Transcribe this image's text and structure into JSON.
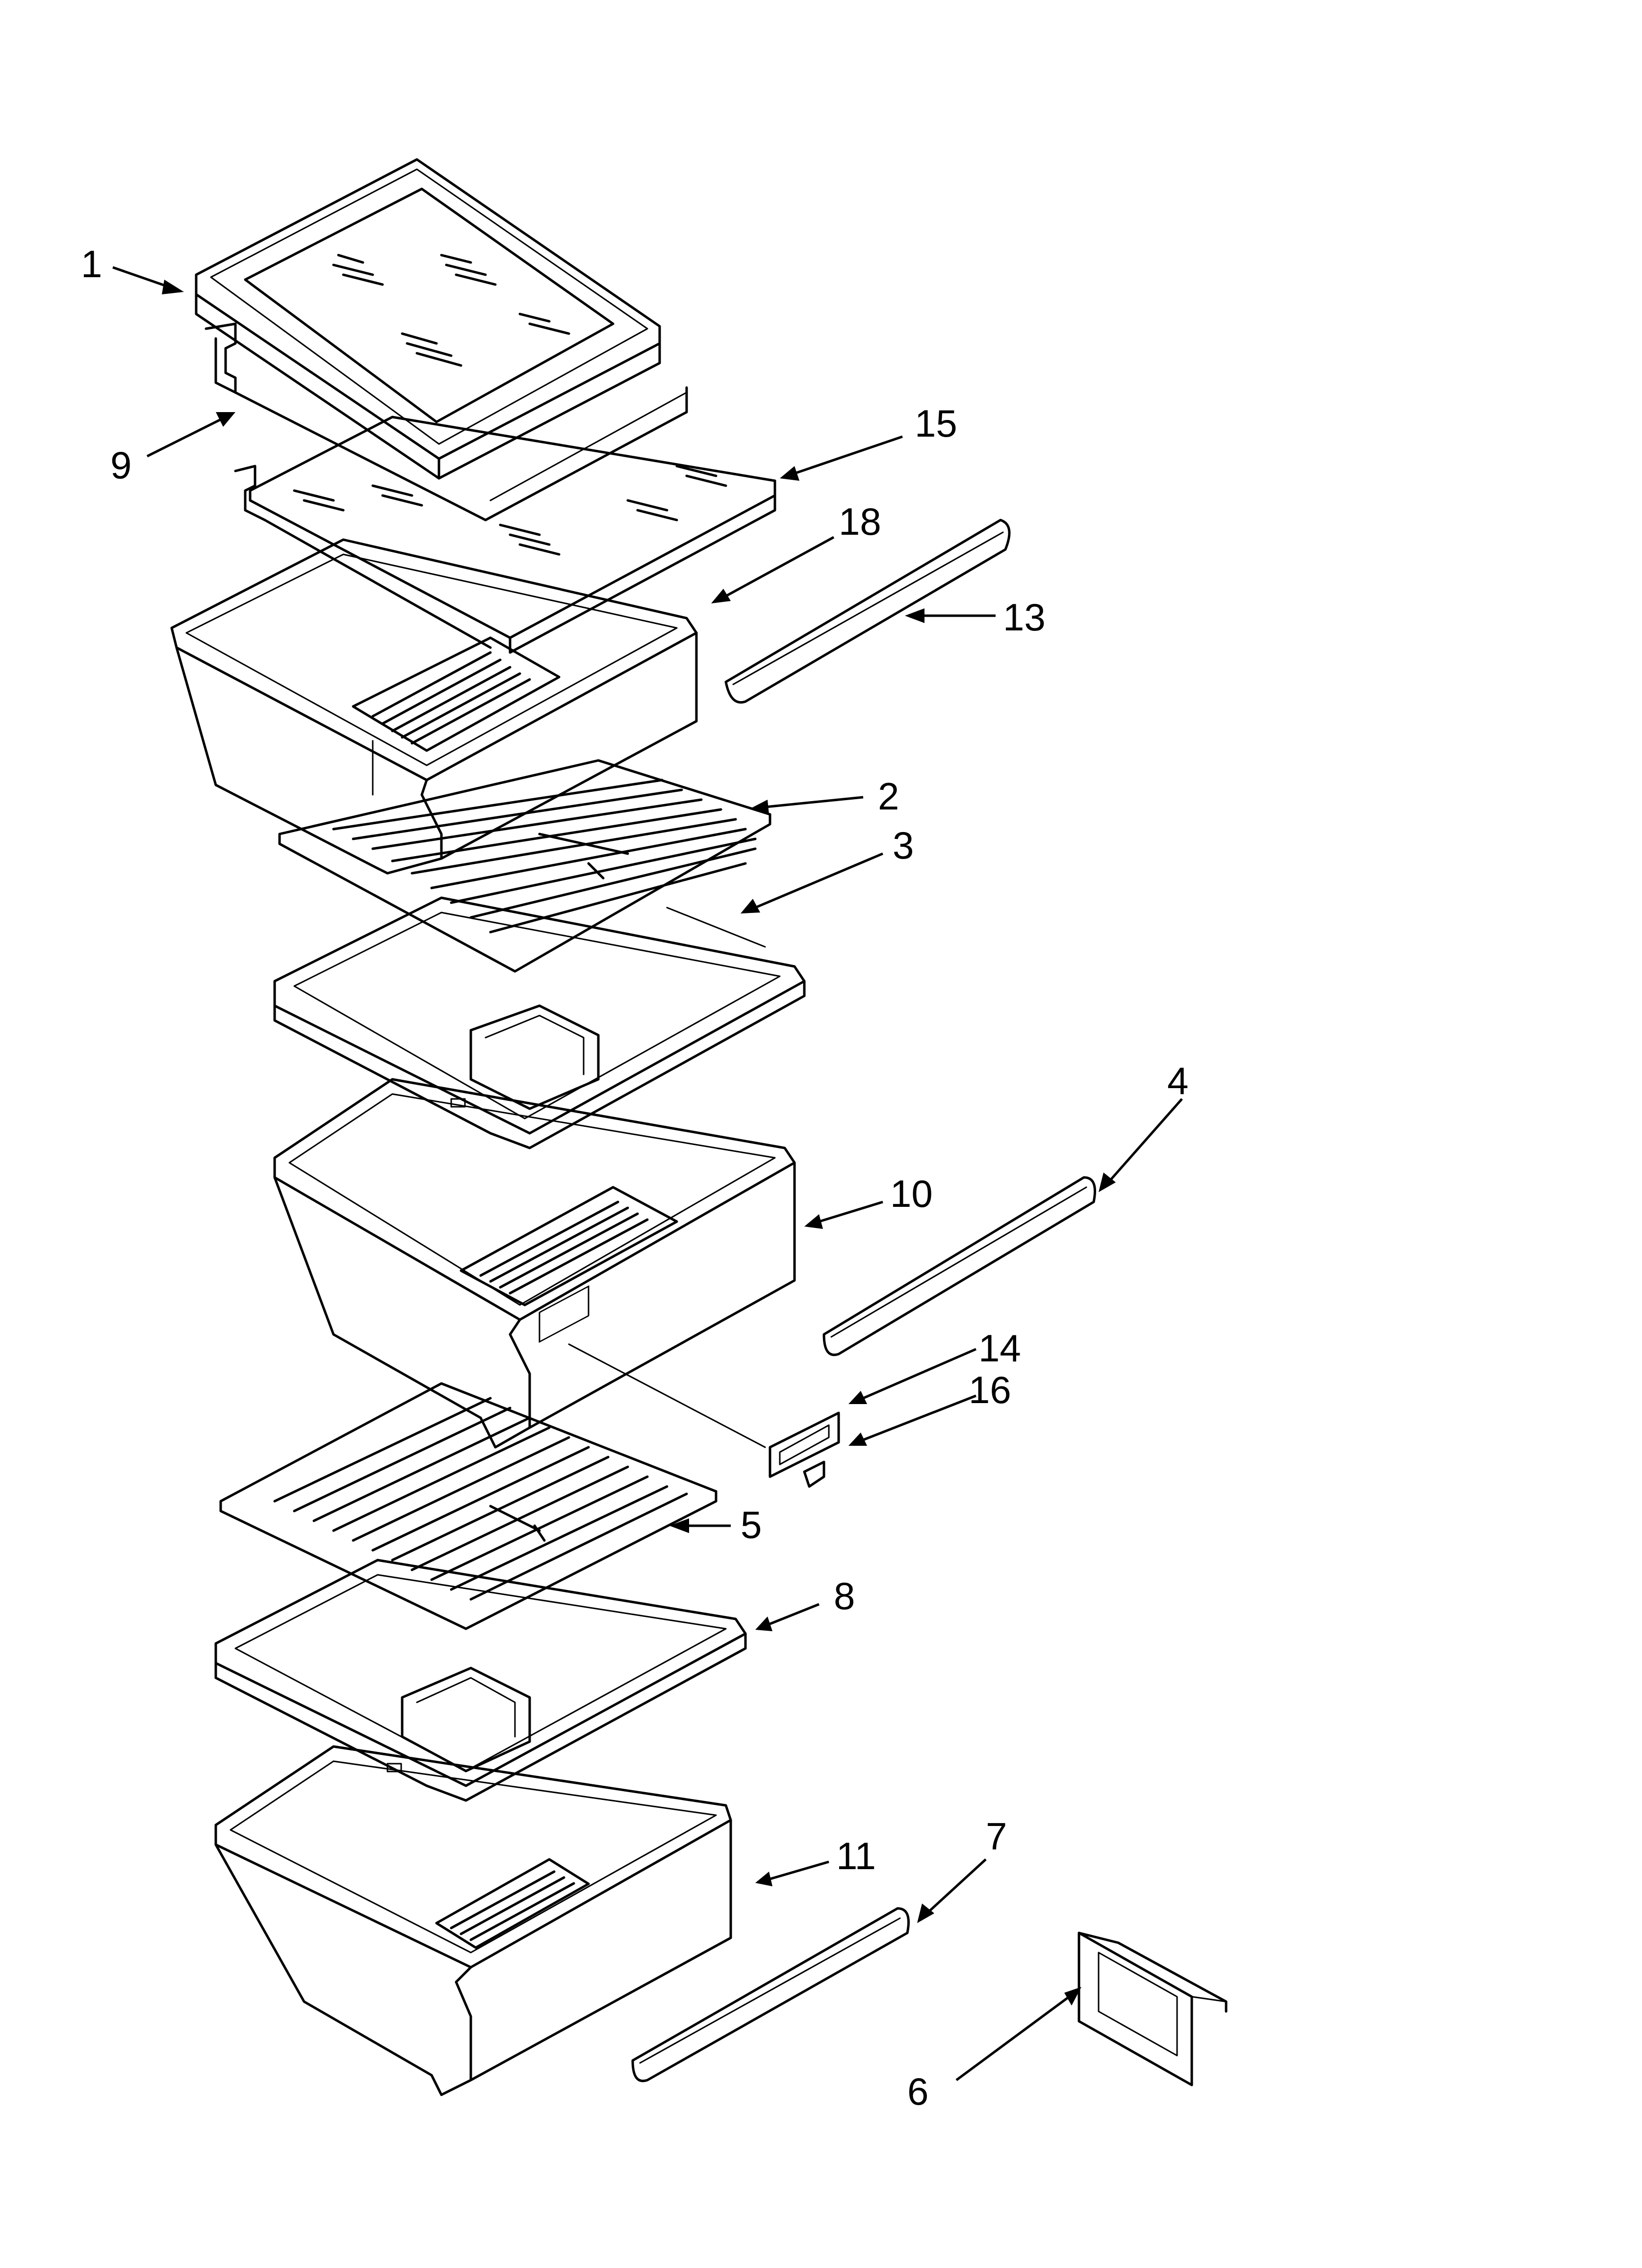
{
  "diagram": {
    "callouts": [
      {
        "id": "1",
        "label": "1",
        "part": "shelf-glass-top"
      },
      {
        "id": "9",
        "label": "9",
        "part": "shelf-frame"
      },
      {
        "id": "15",
        "label": "15",
        "part": "shelf-glass-lower"
      },
      {
        "id": "18",
        "label": "18",
        "part": "pan-upper"
      },
      {
        "id": "13",
        "label": "13",
        "part": "pan-slide-rail-upper"
      },
      {
        "id": "2",
        "label": "2",
        "part": "crisper-cover-glass-upper"
      },
      {
        "id": "3",
        "label": "3",
        "part": "crisper-cover-frame-upper"
      },
      {
        "id": "4",
        "label": "4",
        "part": "pan-slide-rail-middle"
      },
      {
        "id": "10",
        "label": "10",
        "part": "crisper-pan-middle"
      },
      {
        "id": "14",
        "label": "14",
        "part": "humidity-control-slide"
      },
      {
        "id": "16",
        "label": "16",
        "part": "humidity-control-clip"
      },
      {
        "id": "5",
        "label": "5",
        "part": "crisper-cover-glass-lower"
      },
      {
        "id": "8",
        "label": "8",
        "part": "crisper-cover-frame-lower"
      },
      {
        "id": "11",
        "label": "11",
        "part": "crisper-pan-lower"
      },
      {
        "id": "7",
        "label": "7",
        "part": "pan-slide-rail-lower"
      },
      {
        "id": "6",
        "label": "6",
        "part": "label-holder"
      }
    ]
  }
}
